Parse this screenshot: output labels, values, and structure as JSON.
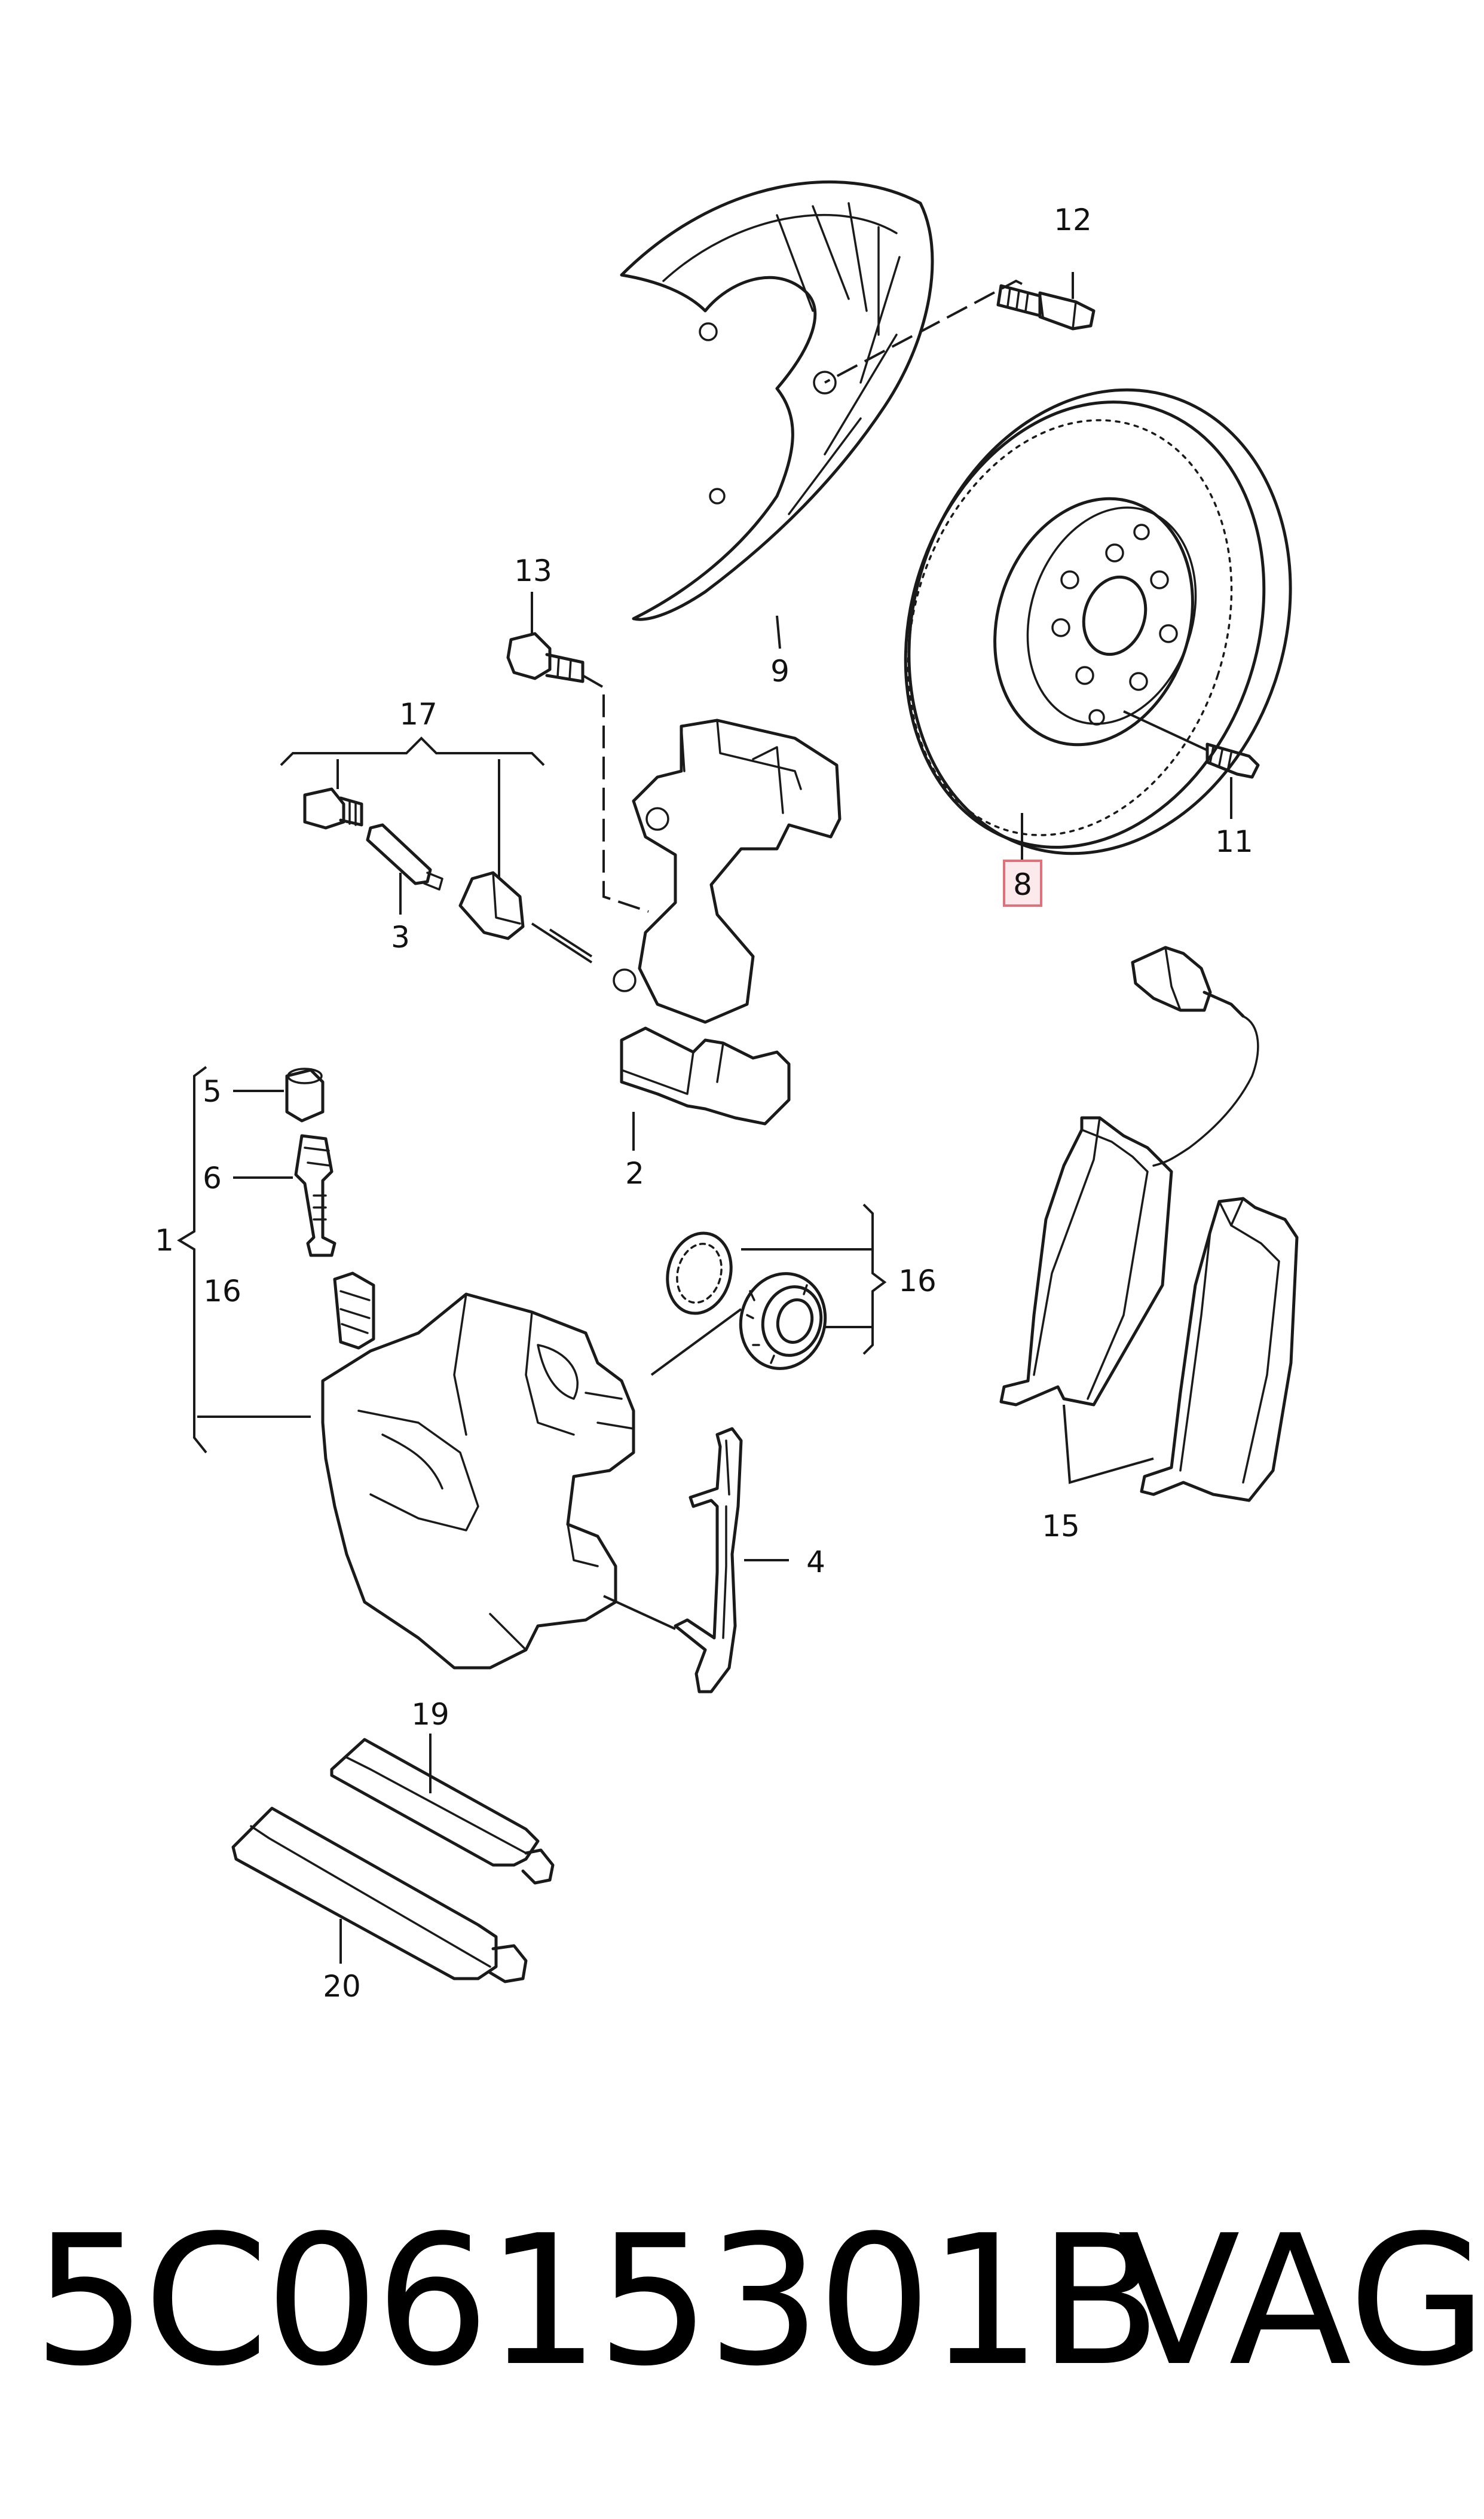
{
  "diagram": {
    "callouts": {
      "c1": "1",
      "c2": "2",
      "c3": "3",
      "c4": "4",
      "c5": "5",
      "c6": "6",
      "c8": "8",
      "c9": "9",
      "c11": "11",
      "c12": "12",
      "c13": "13",
      "c15": "15",
      "c16a": "16",
      "c16b": "16",
      "c17": "17",
      "c19": "19",
      "c20": "20"
    },
    "highlight_color": "#e0707a"
  },
  "footer": {
    "part_number": "5C0615301B",
    "brand": "VAG"
  }
}
